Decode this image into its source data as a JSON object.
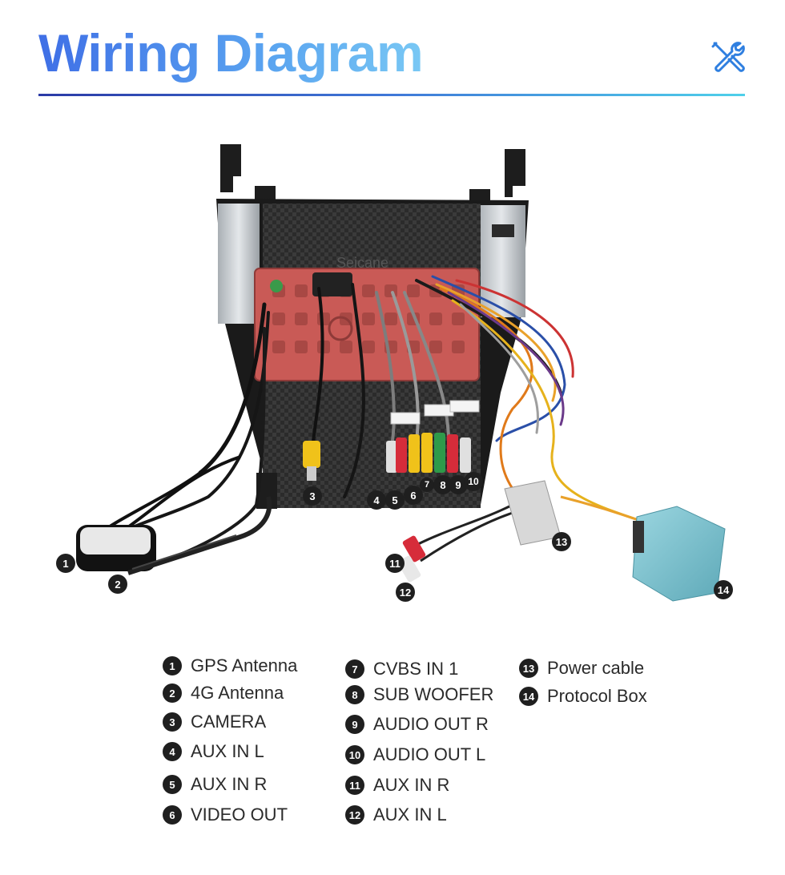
{
  "header": {
    "title": "Wiring Diagram",
    "icon": "tools-icon",
    "accent_color": "#4a86ea"
  },
  "callouts": [
    "1",
    "2",
    "3",
    "4",
    "5",
    "6",
    "7",
    "8",
    "9",
    "10",
    "11",
    "12",
    "13",
    "14"
  ],
  "legend": {
    "column1": [
      {
        "num": "1",
        "label": "GPS Antenna"
      },
      {
        "num": "2",
        "label": "4G Antenna"
      },
      {
        "num": "3",
        "label": "CAMERA"
      },
      {
        "num": "4",
        "label": "AUX IN L"
      },
      {
        "num": "5",
        "label": "AUX IN R"
      },
      {
        "num": "6",
        "label": "VIDEO OUT"
      }
    ],
    "column2": [
      {
        "num": "7",
        "label": "CVBS IN 1"
      },
      {
        "num": "8",
        "label": "SUB WOOFER"
      },
      {
        "num": "9",
        "label": "AUDIO OUT R"
      },
      {
        "num": "10",
        "label": "AUDIO OUT L"
      },
      {
        "num": "11",
        "label": "AUX IN R"
      },
      {
        "num": "12",
        "label": "AUX IN L"
      }
    ],
    "column3": [
      {
        "num": "13",
        "label": "Power cable"
      },
      {
        "num": "14",
        "label": "Protocol Box"
      }
    ]
  }
}
